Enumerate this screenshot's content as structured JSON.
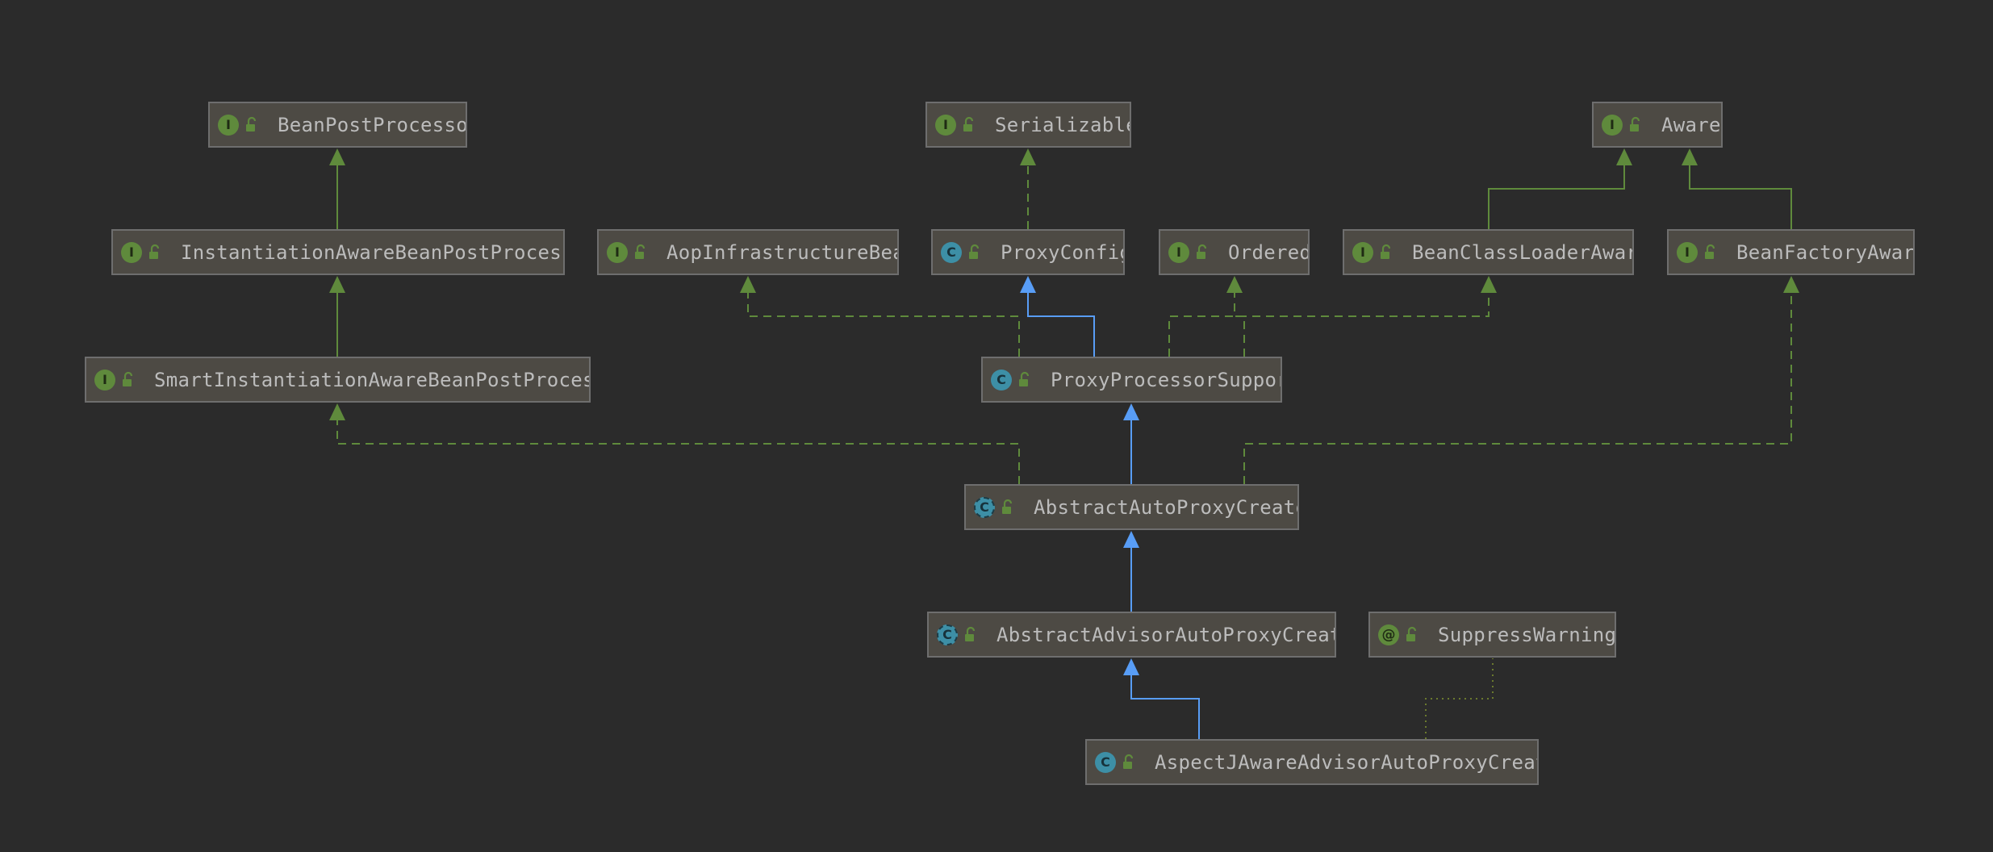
{
  "colors": {
    "background": "#2b2b2b",
    "implements_edge": "#5f8a3c",
    "extends_class_edge": "#589df6",
    "extends_interface_edge": "#5f8a3c",
    "annotation_edge": "#6b7a2e"
  },
  "nodes": [
    {
      "id": "BeanPostProcessor",
      "kind": "interface",
      "kind_letter": "I",
      "label": "BeanPostProcessor"
    },
    {
      "id": "Serializable",
      "kind": "interface",
      "kind_letter": "I",
      "label": "Serializable"
    },
    {
      "id": "Aware",
      "kind": "interface",
      "kind_letter": "I",
      "label": "Aware"
    },
    {
      "id": "InstantiationAwareBeanPostProcessor",
      "kind": "interface",
      "kind_letter": "I",
      "label": "InstantiationAwareBeanPostProcesso"
    },
    {
      "id": "AopInfrastructureBean",
      "kind": "interface",
      "kind_letter": "I",
      "label": "AopInfrastructureBear"
    },
    {
      "id": "ProxyConfig",
      "kind": "class",
      "kind_letter": "C",
      "label": "ProxyConfig"
    },
    {
      "id": "Ordered",
      "kind": "interface",
      "kind_letter": "I",
      "label": "Ordered"
    },
    {
      "id": "BeanClassLoaderAware",
      "kind": "interface",
      "kind_letter": "I",
      "label": "BeanClassLoaderAware"
    },
    {
      "id": "BeanFactoryAware",
      "kind": "interface",
      "kind_letter": "I",
      "label": "BeanFactoryAware"
    },
    {
      "id": "SmartInstantiationAwareBeanPostProcessor",
      "kind": "interface",
      "kind_letter": "I",
      "label": "SmartInstantiationAwareBeanPostProcesso"
    },
    {
      "id": "ProxyProcessorSupport",
      "kind": "class",
      "kind_letter": "C",
      "label": "ProxyProcessorSupport"
    },
    {
      "id": "AbstractAutoProxyCreator",
      "kind": "abstract",
      "kind_letter": "C",
      "label": "AbstractAutoProxyCreator"
    },
    {
      "id": "AbstractAdvisorAutoProxyCreator",
      "kind": "abstract",
      "kind_letter": "C",
      "label": "AbstractAdvisorAutoProxyCreato"
    },
    {
      "id": "SuppressWarnings",
      "kind": "annotation",
      "kind_letter": "@",
      "label": "SuppressWarnings"
    },
    {
      "id": "AspectJAwareAdvisorAutoProxyCreator",
      "kind": "class",
      "kind_letter": "C",
      "label": "AspectJAwareAdvisorAutoProxyCreato"
    }
  ],
  "edges": [
    {
      "from": "InstantiationAwareBeanPostProcessor",
      "to": "BeanPostProcessor",
      "type": "extends-interface"
    },
    {
      "from": "SmartInstantiationAwareBeanPostProcessor",
      "to": "InstantiationAwareBeanPostProcessor",
      "type": "extends-interface"
    },
    {
      "from": "ProxyConfig",
      "to": "Serializable",
      "type": "implements"
    },
    {
      "from": "BeanClassLoaderAware",
      "to": "Aware",
      "type": "extends-interface"
    },
    {
      "from": "BeanFactoryAware",
      "to": "Aware",
      "type": "extends-interface"
    },
    {
      "from": "ProxyProcessorSupport",
      "to": "AopInfrastructureBean",
      "type": "implements"
    },
    {
      "from": "ProxyProcessorSupport",
      "to": "ProxyConfig",
      "type": "extends-class"
    },
    {
      "from": "ProxyProcessorSupport",
      "to": "Ordered",
      "type": "implements"
    },
    {
      "from": "ProxyProcessorSupport",
      "to": "BeanClassLoaderAware",
      "type": "implements"
    },
    {
      "from": "AbstractAutoProxyCreator",
      "to": "SmartInstantiationAwareBeanPostProcessor",
      "type": "implements"
    },
    {
      "from": "AbstractAutoProxyCreator",
      "to": "ProxyProcessorSupport",
      "type": "extends-class"
    },
    {
      "from": "AbstractAutoProxyCreator",
      "to": "BeanFactoryAware",
      "type": "implements"
    },
    {
      "from": "AbstractAdvisorAutoProxyCreator",
      "to": "AbstractAutoProxyCreator",
      "type": "extends-class"
    },
    {
      "from": "AspectJAwareAdvisorAutoProxyCreator",
      "to": "AbstractAdvisorAutoProxyCreator",
      "type": "extends-class"
    },
    {
      "from": "AspectJAwareAdvisorAutoProxyCreator",
      "to": "SuppressWarnings",
      "type": "annotated-with"
    }
  ]
}
